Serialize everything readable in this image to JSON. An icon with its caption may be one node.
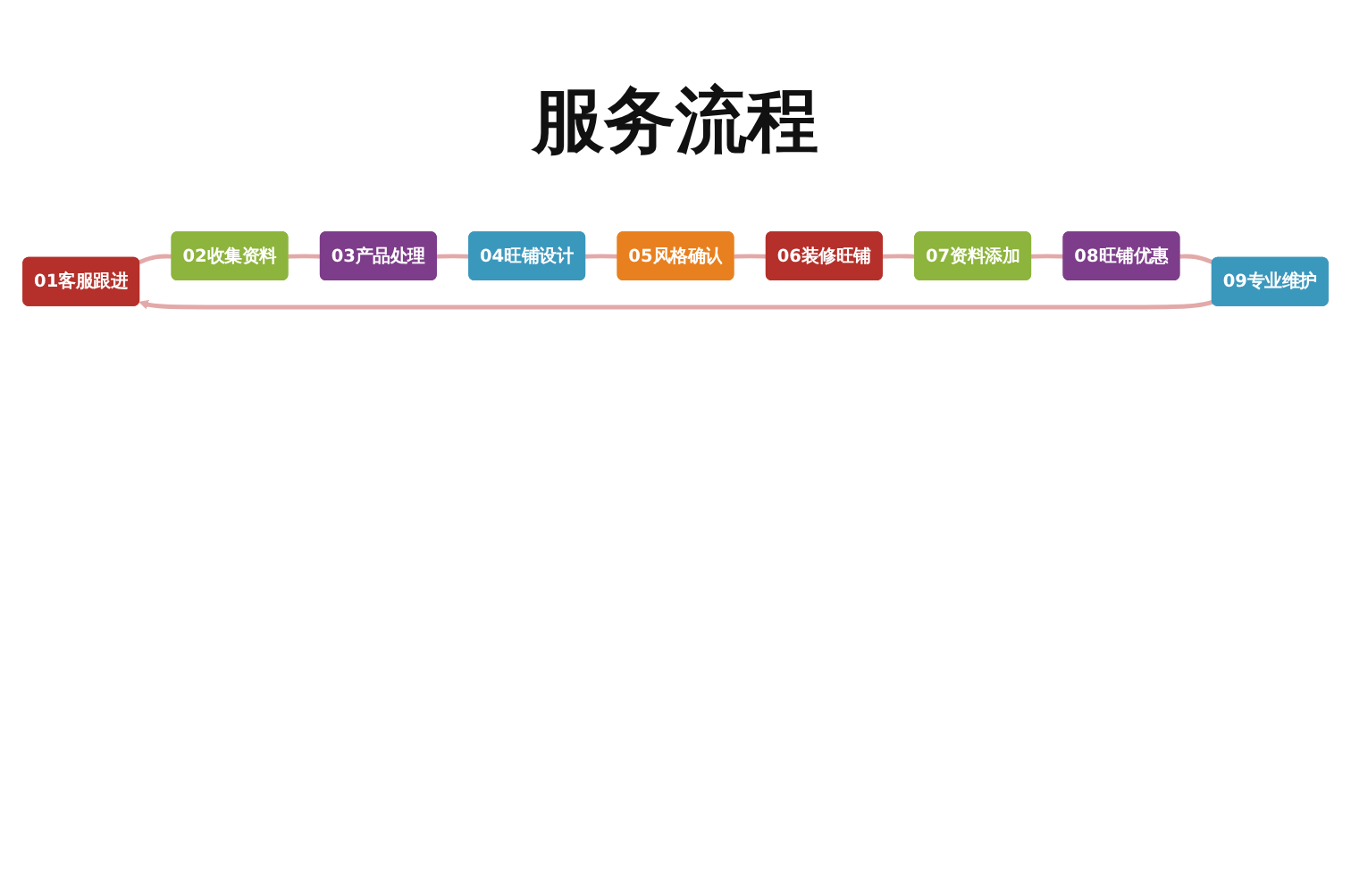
{
  "diagram": {
    "title": "服务流程",
    "nodes": [
      {
        "text": [
          "01客服跟进"
        ]
      },
      {
        "text": [
          "02收集资料"
        ]
      },
      {
        "text": [
          "03产品处理"
        ]
      },
      {
        "text": [
          "04旺铺设计"
        ]
      },
      {
        "text": [
          "05风格确认"
        ]
      },
      {
        "text": [
          "06装修旺铺"
        ]
      },
      {
        "text": [
          "07资料添加"
        ]
      },
      {
        "text": [
          "08旺铺优惠"
        ]
      },
      {
        "text": [
          "09专业维护"
        ]
      }
    ],
    "edges": [
      {
        "from": 0,
        "to": 1,
        "arrow": "none"
      },
      {
        "from": 1,
        "to": 2,
        "arrow": "none"
      },
      {
        "from": 2,
        "to": 3,
        "arrow": "none"
      },
      {
        "from": 3,
        "to": 4,
        "arrow": "none"
      },
      {
        "from": 4,
        "to": 5,
        "arrow": "none"
      },
      {
        "from": 5,
        "to": 6,
        "arrow": "none"
      },
      {
        "from": 6,
        "to": 7,
        "arrow": "none"
      },
      {
        "from": 7,
        "to": 8,
        "arrow": "none"
      },
      {
        "from": 8,
        "to": 0,
        "arrow": "to"
      }
    ]
  }
}
